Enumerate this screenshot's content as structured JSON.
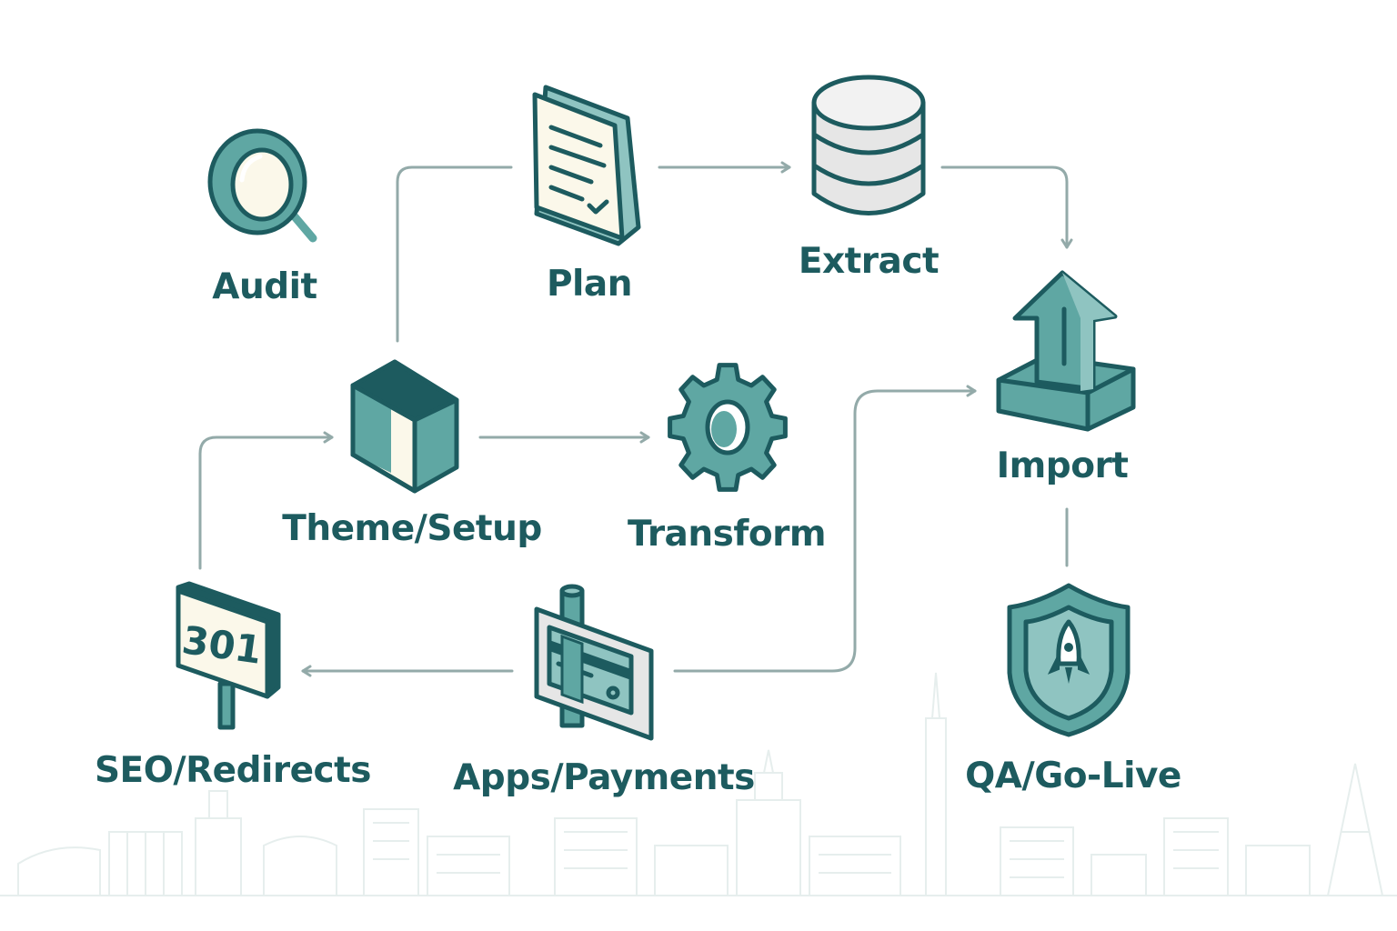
{
  "diagram": {
    "title": "",
    "colors": {
      "ink": "#1d5b5f",
      "teal": "#5fa7a3",
      "teal_light": "#8fc4c1",
      "cream": "#fbf8ea",
      "gray": "#e6e6e6",
      "connector": "#93aaa9"
    },
    "nodes": [
      {
        "id": "audit",
        "label": "Audit",
        "icon": "magnifier-icon"
      },
      {
        "id": "plan",
        "label": "Plan",
        "icon": "document-checklist-icon"
      },
      {
        "id": "extract",
        "label": "Extract",
        "icon": "database-icon"
      },
      {
        "id": "import",
        "label": "Import",
        "icon": "upload-arrow-icon"
      },
      {
        "id": "theme",
        "label": "Theme/Setup",
        "icon": "cube-icon"
      },
      {
        "id": "transform",
        "label": "Transform",
        "icon": "gear-icon"
      },
      {
        "id": "qa",
        "label": "QA/Go-Live",
        "icon": "shield-rocket-icon"
      },
      {
        "id": "seo",
        "label": "SEO/Redirects",
        "icon": "sign-301-icon",
        "sign_text": "301"
      },
      {
        "id": "apps",
        "label": "Apps/Payments",
        "icon": "card-sign-icon"
      }
    ],
    "edges": [
      {
        "from": "theme",
        "to": "plan"
      },
      {
        "from": "plan",
        "to": "extract"
      },
      {
        "from": "extract",
        "to": "import"
      },
      {
        "from": "import",
        "to": "qa"
      },
      {
        "from": "theme",
        "to": "transform"
      },
      {
        "from": "apps",
        "to": "import"
      },
      {
        "from": "apps",
        "to": "seo"
      },
      {
        "from": "seo",
        "to": "theme"
      }
    ]
  }
}
